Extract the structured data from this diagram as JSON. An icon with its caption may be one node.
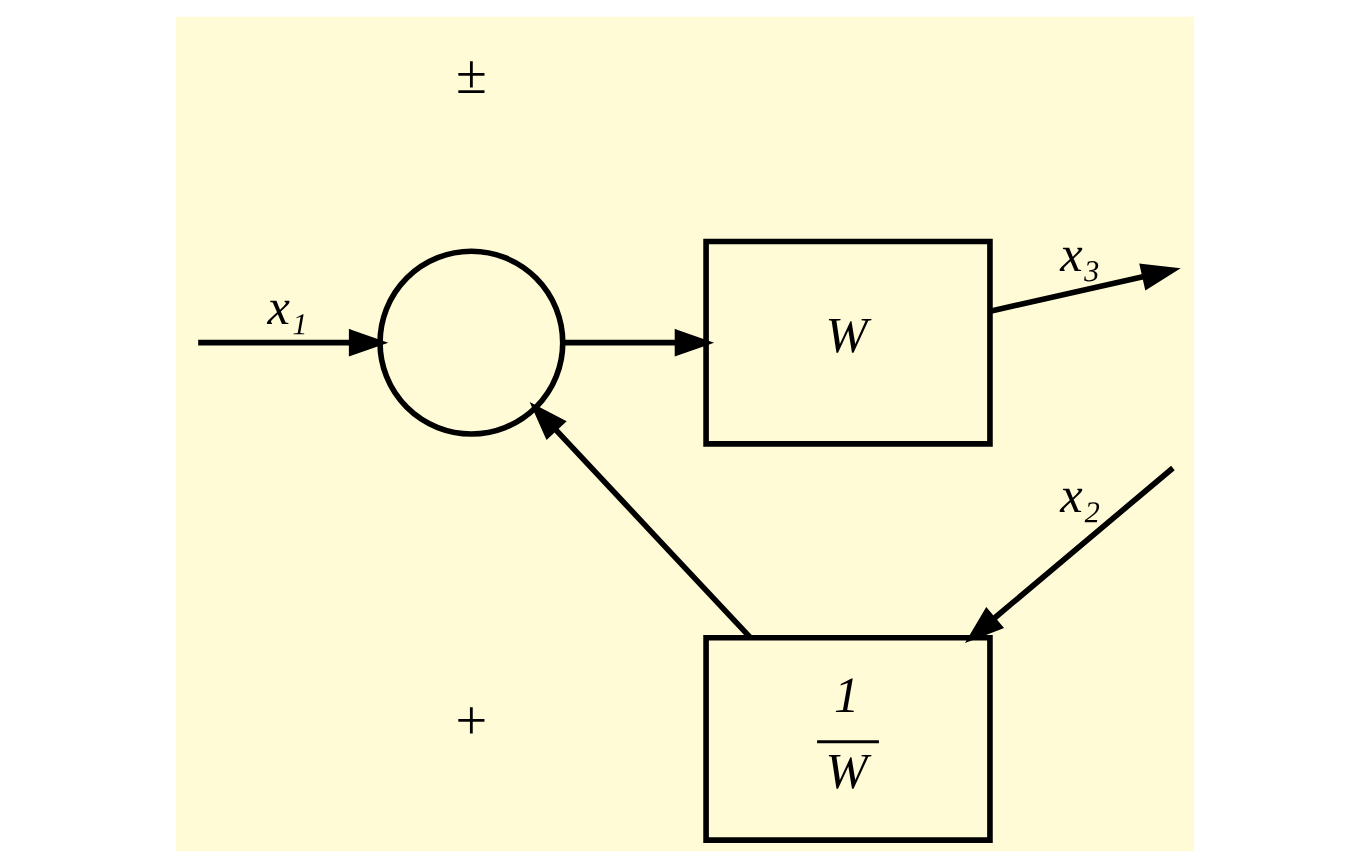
{
  "diagram": {
    "nodes": [
      {
        "text": [],
        "shape": "circle"
      },
      {
        "text": [
          "W"
        ]
      },
      {
        "text": [
          "1",
          "W"
        ]
      }
    ],
    "edges": [
      {
        "from": null,
        "to": 0,
        "arrow": "to",
        "label": "x₁"
      },
      {
        "from": 0,
        "to": 1,
        "arrow": "to"
      },
      {
        "from": 1,
        "to": null,
        "arrow": "to",
        "label": "x₃"
      },
      {
        "from": null,
        "to": 2,
        "arrow": "to",
        "label": "x₂"
      },
      {
        "from": 2,
        "to": 0,
        "arrow": "to"
      }
    ],
    "labels": [
      "+",
      "±"
    ]
  }
}
